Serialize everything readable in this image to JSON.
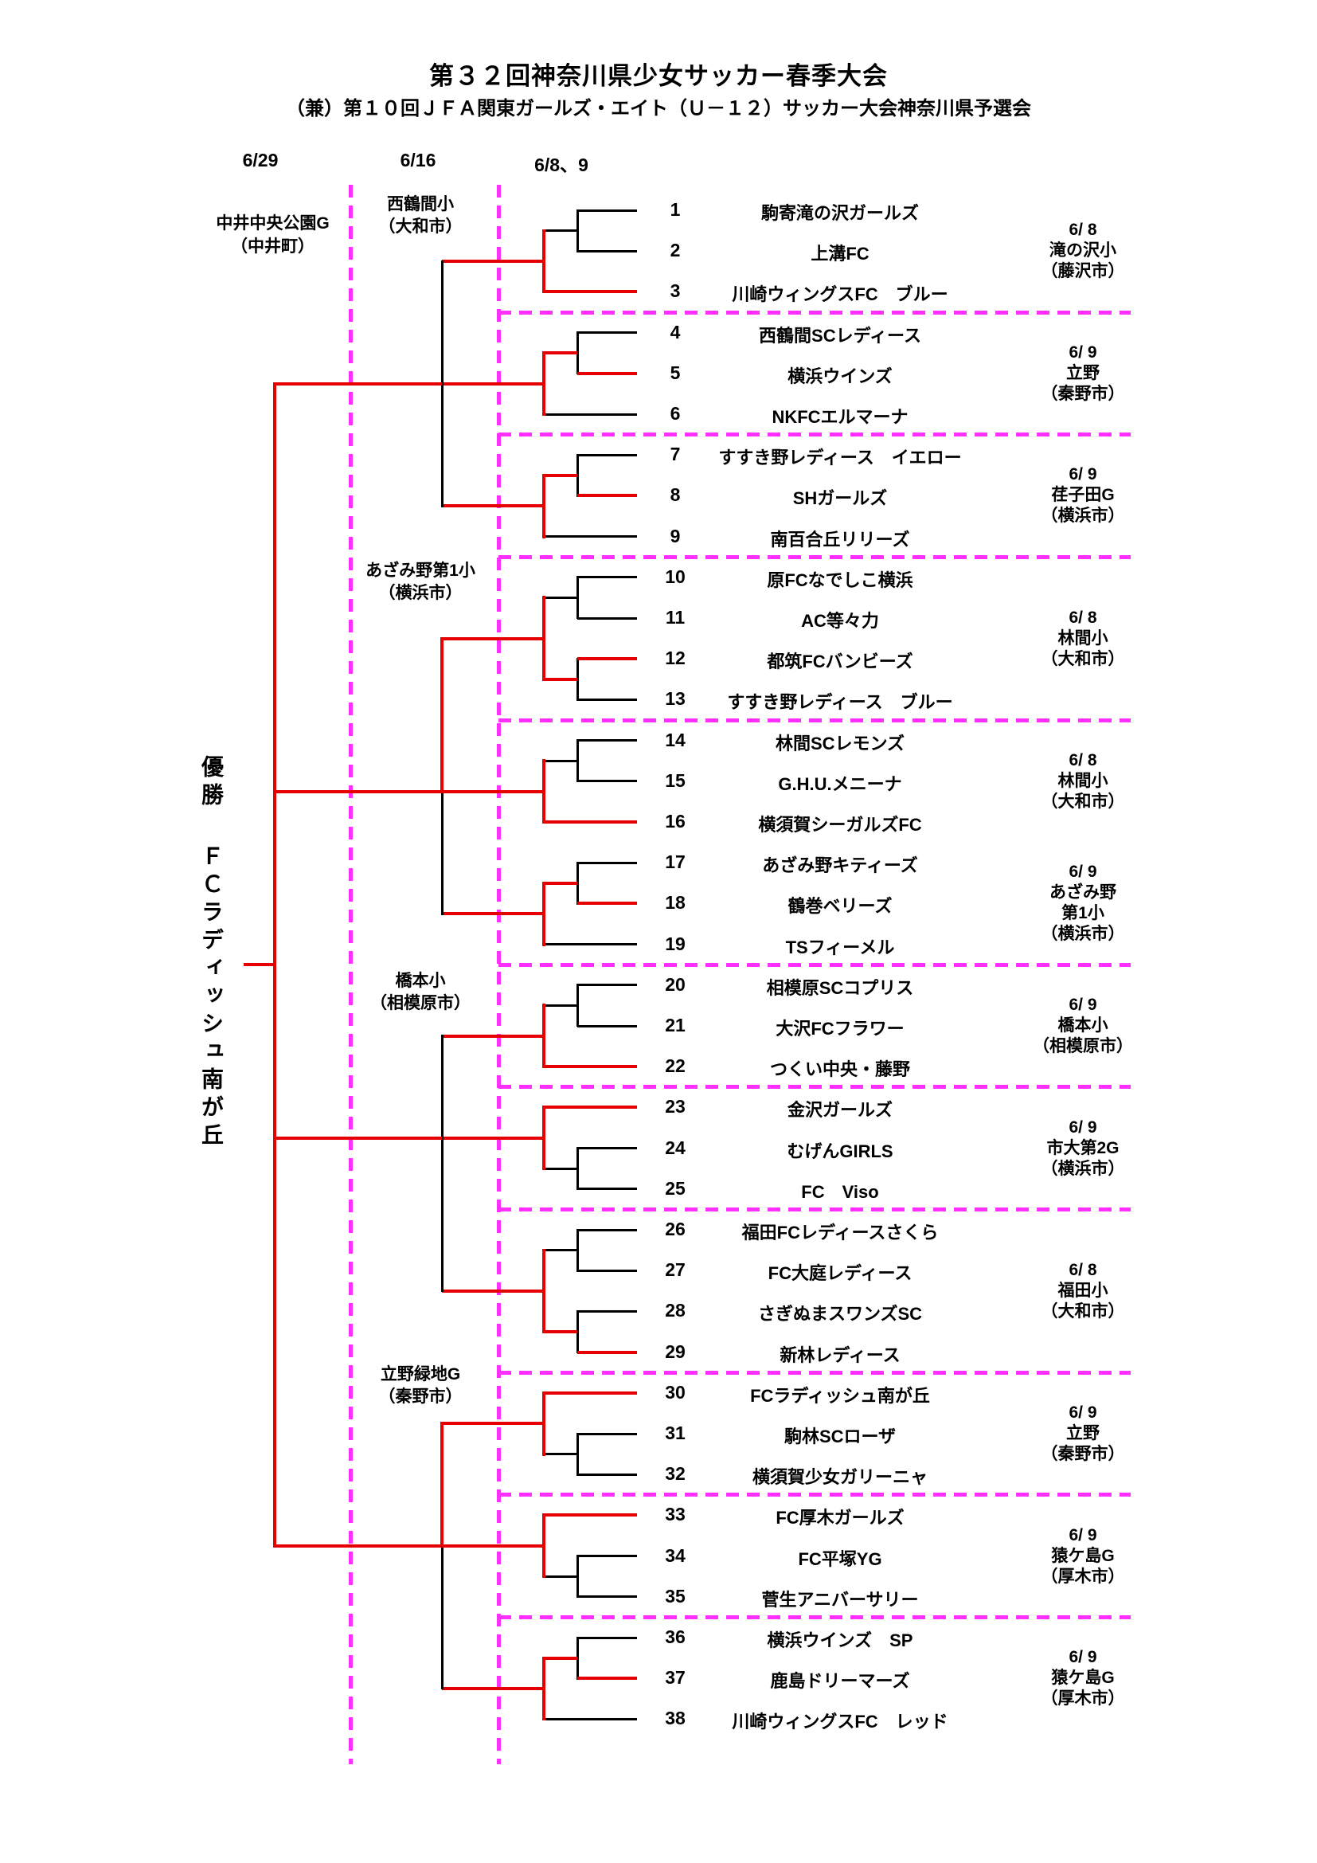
{
  "title": "第３２回神奈川県少女サッカー春季大会",
  "subtitle": "（兼）第１０回ＪＦＡ関東ガールズ・エイト（Ｕ－１２）サッカー大会神奈川県予選会",
  "columns": [
    "6/29",
    "6/16",
    "6/8、9"
  ],
  "final_venue": [
    "中井中央公園G",
    "（中井町）"
  ],
  "champion": {
    "label": "優勝",
    "name": "ＦＣラディッシュ南が丘"
  },
  "colors": {
    "bracket": "#000000",
    "winner": "#e60000",
    "divider": "#ff2fff"
  },
  "teams": [
    {
      "no": "1",
      "name": "駒寄滝の沢ガールズ"
    },
    {
      "no": "2",
      "name": "上溝FC"
    },
    {
      "no": "3",
      "name": "川崎ウィングスFC　ブルー"
    },
    {
      "no": "4",
      "name": "西鶴間SCレディース"
    },
    {
      "no": "5",
      "name": "横浜ウインズ"
    },
    {
      "no": "6",
      "name": "NKFCエルマーナ"
    },
    {
      "no": "7",
      "name": "すすき野レディース　イエロー"
    },
    {
      "no": "8",
      "name": "SHガールズ"
    },
    {
      "no": "9",
      "name": "南百合丘リリーズ"
    },
    {
      "no": "10",
      "name": "原FCなでしこ横浜"
    },
    {
      "no": "11",
      "name": "AC等々力"
    },
    {
      "no": "12",
      "name": "都筑FCバンビーズ"
    },
    {
      "no": "13",
      "name": "すすき野レディース　ブルー"
    },
    {
      "no": "14",
      "name": "林間SCレモンズ"
    },
    {
      "no": "15",
      "name": "G.H.U.メニーナ"
    },
    {
      "no": "16",
      "name": "横須賀シーガルズFC"
    },
    {
      "no": "17",
      "name": "あざみ野キティーズ"
    },
    {
      "no": "18",
      "name": "鶴巻ベリーズ"
    },
    {
      "no": "19",
      "name": "TSフィーメル"
    },
    {
      "no": "20",
      "name": "相模原SCコプリス"
    },
    {
      "no": "21",
      "name": "大沢FCフラワー"
    },
    {
      "no": "22",
      "name": "つくい中央・藤野"
    },
    {
      "no": "23",
      "name": "金沢ガールズ"
    },
    {
      "no": "24",
      "name": "むげんGIRLS"
    },
    {
      "no": "25",
      "name": "FC　Viso"
    },
    {
      "no": "26",
      "name": "福田FCレディースさくら"
    },
    {
      "no": "27",
      "name": "FC大庭レディース"
    },
    {
      "no": "28",
      "name": "さぎぬまスワンズSC"
    },
    {
      "no": "29",
      "name": "新林レディース"
    },
    {
      "no": "30",
      "name": "FCラディッシュ南が丘"
    },
    {
      "no": "31",
      "name": "駒林SCローザ"
    },
    {
      "no": "32",
      "name": "横須賀少女ガリーニャ"
    },
    {
      "no": "33",
      "name": "FC厚木ガールズ"
    },
    {
      "no": "34",
      "name": "FC平塚YG"
    },
    {
      "no": "35",
      "name": "菅生アニバーサリー"
    },
    {
      "no": "36",
      "name": "横浜ウインズ　SP"
    },
    {
      "no": "37",
      "name": "鹿島ドリーマーズ"
    },
    {
      "no": "38",
      "name": "川崎ウィングスFC　レッド"
    }
  ],
  "blocks": [
    {
      "teams": [
        1,
        2,
        3
      ],
      "pair": [
        1,
        2
      ],
      "single": 3,
      "winner": 3,
      "divider_after": true,
      "venue": [
        "6/ 8",
        "滝の沢小",
        "（藤沢市）"
      ]
    },
    {
      "teams": [
        4,
        5,
        6
      ],
      "pair": [
        4,
        5
      ],
      "single": 6,
      "winner": 5,
      "divider_after": true,
      "venue": [
        "6/ 9",
        "立野",
        "（秦野市）"
      ]
    },
    {
      "teams": [
        7,
        8,
        9
      ],
      "pair": [
        7,
        8
      ],
      "single": 9,
      "winner": 8,
      "divider_after": true,
      "venue": [
        "6/ 9",
        "荏子田G",
        "（横浜市）"
      ]
    },
    {
      "teams": [
        10,
        11,
        12,
        13
      ],
      "pairs": [
        [
          10,
          11
        ],
        [
          12,
          13
        ]
      ],
      "winner": 12,
      "divider_after": true,
      "venue": [
        "6/ 8",
        "林間小",
        "（大和市）"
      ]
    },
    {
      "teams": [
        14,
        15,
        16
      ],
      "pair": [
        14,
        15
      ],
      "single": 16,
      "winner": 16,
      "divider_after": false,
      "venue": [
        "6/ 8",
        "林間小",
        "（大和市）"
      ]
    },
    {
      "teams": [
        17,
        18,
        19
      ],
      "pair": [
        17,
        18
      ],
      "single": 19,
      "winner": 18,
      "divider_after": true,
      "venue": [
        "6/ 9",
        "あざみ野",
        "第1小",
        "（横浜市）"
      ]
    },
    {
      "teams": [
        20,
        21,
        22
      ],
      "pair": [
        20,
        21
      ],
      "single": 22,
      "winner": 22,
      "divider_after": true,
      "venue": [
        "6/ 9",
        "橋本小",
        "（相模原市）"
      ]
    },
    {
      "teams": [
        23,
        24,
        25
      ],
      "pair": [
        24,
        25
      ],
      "single": 23,
      "winner": 23,
      "divider_after": true,
      "venue": [
        "6/ 9",
        "市大第2G",
        "（横浜市）"
      ]
    },
    {
      "teams": [
        26,
        27,
        28,
        29
      ],
      "pairs": [
        [
          26,
          27
        ],
        [
          28,
          29
        ]
      ],
      "winner": 29,
      "divider_after": true,
      "venue": [
        "6/ 8",
        "福田小",
        "（大和市）"
      ]
    },
    {
      "teams": [
        30,
        31,
        32
      ],
      "pair": [
        31,
        32
      ],
      "single": 30,
      "winner": 30,
      "divider_after": true,
      "venue": [
        "6/ 9",
        "立野",
        "（秦野市）"
      ]
    },
    {
      "teams": [
        33,
        34,
        35
      ],
      "pair": [
        34,
        35
      ],
      "single": 33,
      "winner": 33,
      "divider_after": true,
      "venue": [
        "6/ 9",
        "猿ケ島G",
        "（厚木市）"
      ]
    },
    {
      "teams": [
        36,
        37,
        38
      ],
      "pair": [
        36,
        37
      ],
      "single": 38,
      "winner": 37,
      "divider_after": false,
      "venue": [
        "6/ 9",
        "猿ケ島G",
        "（厚木市）"
      ]
    }
  ],
  "rounds": [
    {
      "venue": [
        "西鶴間小",
        "（大和市）"
      ],
      "blocks": [
        0,
        1,
        2
      ],
      "winner_slot": 1
    },
    {
      "venue": [
        "あざみ野第1小",
        "（横浜市）"
      ],
      "blocks": [
        3,
        4,
        5
      ],
      "winner_slot": 0
    },
    {
      "venue": [
        "橋本小",
        "（相模原市）"
      ],
      "blocks": [
        6,
        7,
        8
      ],
      "winner_slot": 1
    },
    {
      "venue": [
        "立野緑地G",
        "（秦野市）"
      ],
      "blocks": [
        9,
        10,
        11
      ],
      "winner_slot": 0
    }
  ]
}
